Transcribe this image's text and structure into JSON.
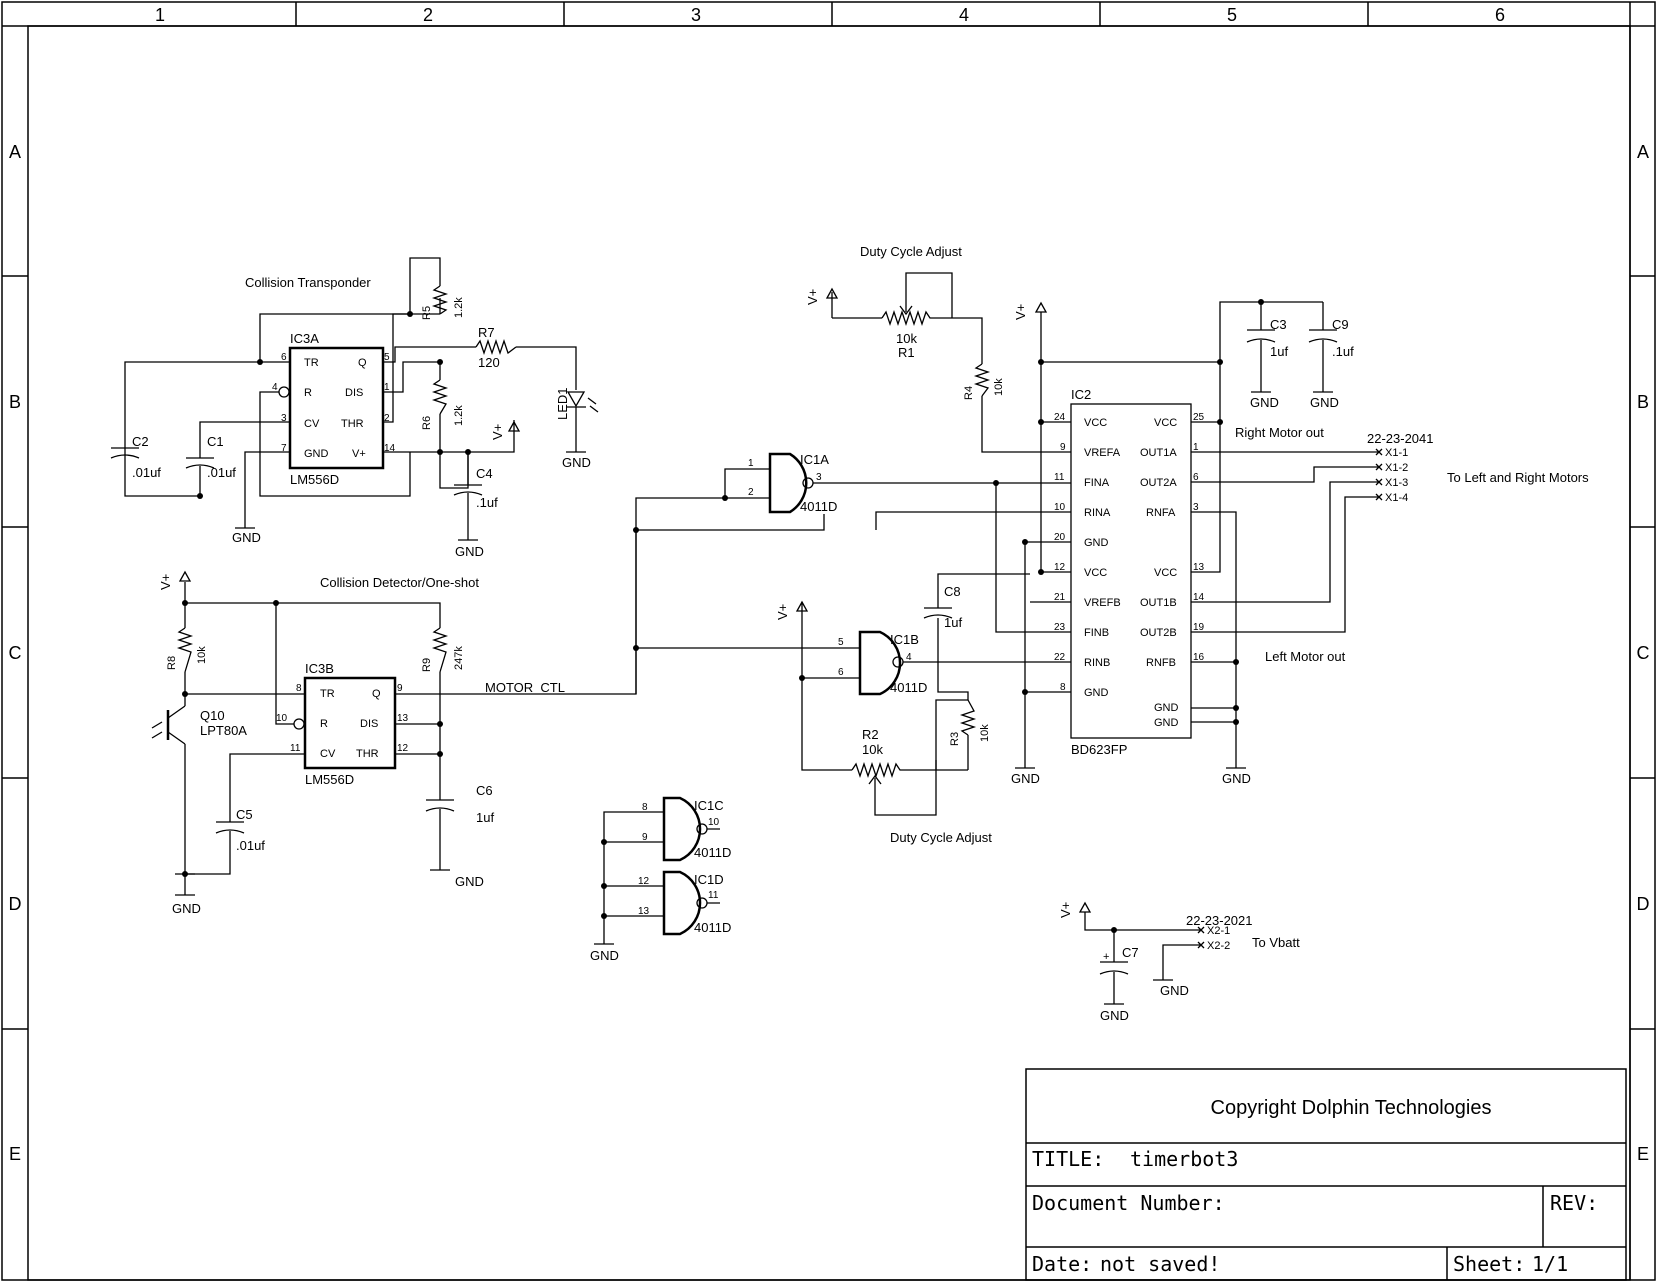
{
  "frame": {
    "columns": [
      "1",
      "2",
      "3",
      "4",
      "5",
      "6"
    ],
    "rows": [
      "A",
      "B",
      "C",
      "D",
      "E"
    ]
  },
  "labels": {
    "collision_transponder": "Collision Transponder",
    "collision_detector": "Collision Detector/One-shot",
    "duty_cycle_adjust_top": "Duty Cycle Adjust",
    "duty_cycle_adjust_bottom": "Duty Cycle Adjust",
    "right_motor_out": "Right Motor out",
    "left_motor_out": "Left Motor out",
    "to_motors": "To Left and Right Motors",
    "to_vbatt": "To Vbatt",
    "motor_ctl": "MOTOR_CTL"
  },
  "power": {
    "vplus": "V+",
    "gnd": "GND"
  },
  "ic3a": {
    "ref": "IC3A",
    "part": "LM556D",
    "pins": {
      "tr": "TR",
      "q": "Q",
      "r": "R",
      "dis": "DIS",
      "cv": "CV",
      "thr": "THR",
      "gnd": "GND",
      "vplus": "V+"
    },
    "nums": {
      "p6": "6",
      "p5": "5",
      "p4": "4",
      "p1": "1",
      "p3": "3",
      "p2": "2",
      "p7": "7",
      "p14": "14"
    }
  },
  "ic3b": {
    "ref": "IC3B",
    "part": "LM556D",
    "pins": {
      "tr": "TR",
      "q": "Q",
      "r": "R",
      "dis": "DIS",
      "cv": "CV",
      "thr": "THR"
    },
    "nums": {
      "p8": "8",
      "p9": "9",
      "p10": "10",
      "p13": "13",
      "p11": "11",
      "p12": "12"
    }
  },
  "ic2": {
    "ref": "IC2",
    "part": "BD623FP",
    "left_pins": [
      {
        "num": "24",
        "name": "VCC"
      },
      {
        "num": "9",
        "name": "VREFA"
      },
      {
        "num": "11",
        "name": "FINA"
      },
      {
        "num": "10",
        "name": "RINA"
      },
      {
        "num": "20",
        "name": "GND"
      },
      {
        "num": "12",
        "name": "VCC"
      },
      {
        "num": "21",
        "name": "VREFB"
      },
      {
        "num": "23",
        "name": "FINB"
      },
      {
        "num": "22",
        "name": "RINB"
      },
      {
        "num": "8",
        "name": "GND"
      }
    ],
    "right_pins": [
      {
        "num": "25",
        "name": "VCC"
      },
      {
        "num": "1",
        "name": "OUT1A"
      },
      {
        "num": "6",
        "name": "OUT2A"
      },
      {
        "num": "3",
        "name": "RNFA"
      },
      {
        "num": "13",
        "name": "VCC"
      },
      {
        "num": "14",
        "name": "OUT1B"
      },
      {
        "num": "19",
        "name": "OUT2B"
      },
      {
        "num": "16",
        "name": "RNFB"
      },
      {
        "num": "",
        "name": "GND"
      },
      {
        "num": "",
        "name": "GND"
      }
    ]
  },
  "gates": {
    "ic1a": {
      "ref": "IC1A",
      "part": "4011D",
      "in1": "1",
      "in2": "2",
      "out": "3"
    },
    "ic1b": {
      "ref": "IC1B",
      "part": "4011D",
      "in1": "5",
      "in2": "6",
      "out": "4"
    },
    "ic1c": {
      "ref": "IC1C",
      "part": "4011D",
      "in1": "8",
      "in2": "9",
      "out": "10"
    },
    "ic1d": {
      "ref": "IC1D",
      "part": "4011D",
      "in1": "12",
      "in2": "13",
      "out": "11"
    }
  },
  "components": {
    "r1": {
      "ref": "R1",
      "value": "10k"
    },
    "r2": {
      "ref": "R2",
      "value": "10k"
    },
    "r3": {
      "ref": "R3",
      "value": "10k"
    },
    "r4": {
      "ref": "R4",
      "value": "10k"
    },
    "r5": {
      "ref": "R5",
      "value": "1.2k"
    },
    "r6": {
      "ref": "R6",
      "value": "1.2k"
    },
    "r7": {
      "ref": "R7",
      "value": "120"
    },
    "r8": {
      "ref": "R8",
      "value": "10k"
    },
    "r9": {
      "ref": "R9",
      "value": "247k"
    },
    "c1": {
      "ref": "C1",
      "value": ".01uf"
    },
    "c2": {
      "ref": "C2",
      "value": ".01uf"
    },
    "c3": {
      "ref": "C3",
      "value": "1uf"
    },
    "c4": {
      "ref": "C4",
      "value": ".1uf"
    },
    "c5": {
      "ref": "C5",
      "value": ".01uf"
    },
    "c6": {
      "ref": "C6",
      "value": "1uf"
    },
    "c7": {
      "ref": "C7",
      "value": ""
    },
    "c8": {
      "ref": "C8",
      "value": "1uf"
    },
    "c9": {
      "ref": "C9",
      "value": ".1uf"
    },
    "led1": {
      "ref": "LED1"
    },
    "q10": {
      "ref": "Q10",
      "value": "LPT80A"
    }
  },
  "connectors": {
    "x1": {
      "part": "22-23-2041",
      "pins": [
        "X1-1",
        "X1-2",
        "X1-3",
        "X1-4"
      ]
    },
    "x2": {
      "part": "22-23-2021",
      "pins": [
        "X2-1",
        "X2-2"
      ]
    }
  },
  "title_block": {
    "copyright": "Copyright Dolphin Technologies",
    "title_label": "TITLE:",
    "title": "timerbot3",
    "doc_label": "Document Number:",
    "rev_label": "REV:",
    "date_label": "Date:",
    "date": "not saved!",
    "sheet_label": "Sheet:",
    "sheet": "1/1"
  }
}
